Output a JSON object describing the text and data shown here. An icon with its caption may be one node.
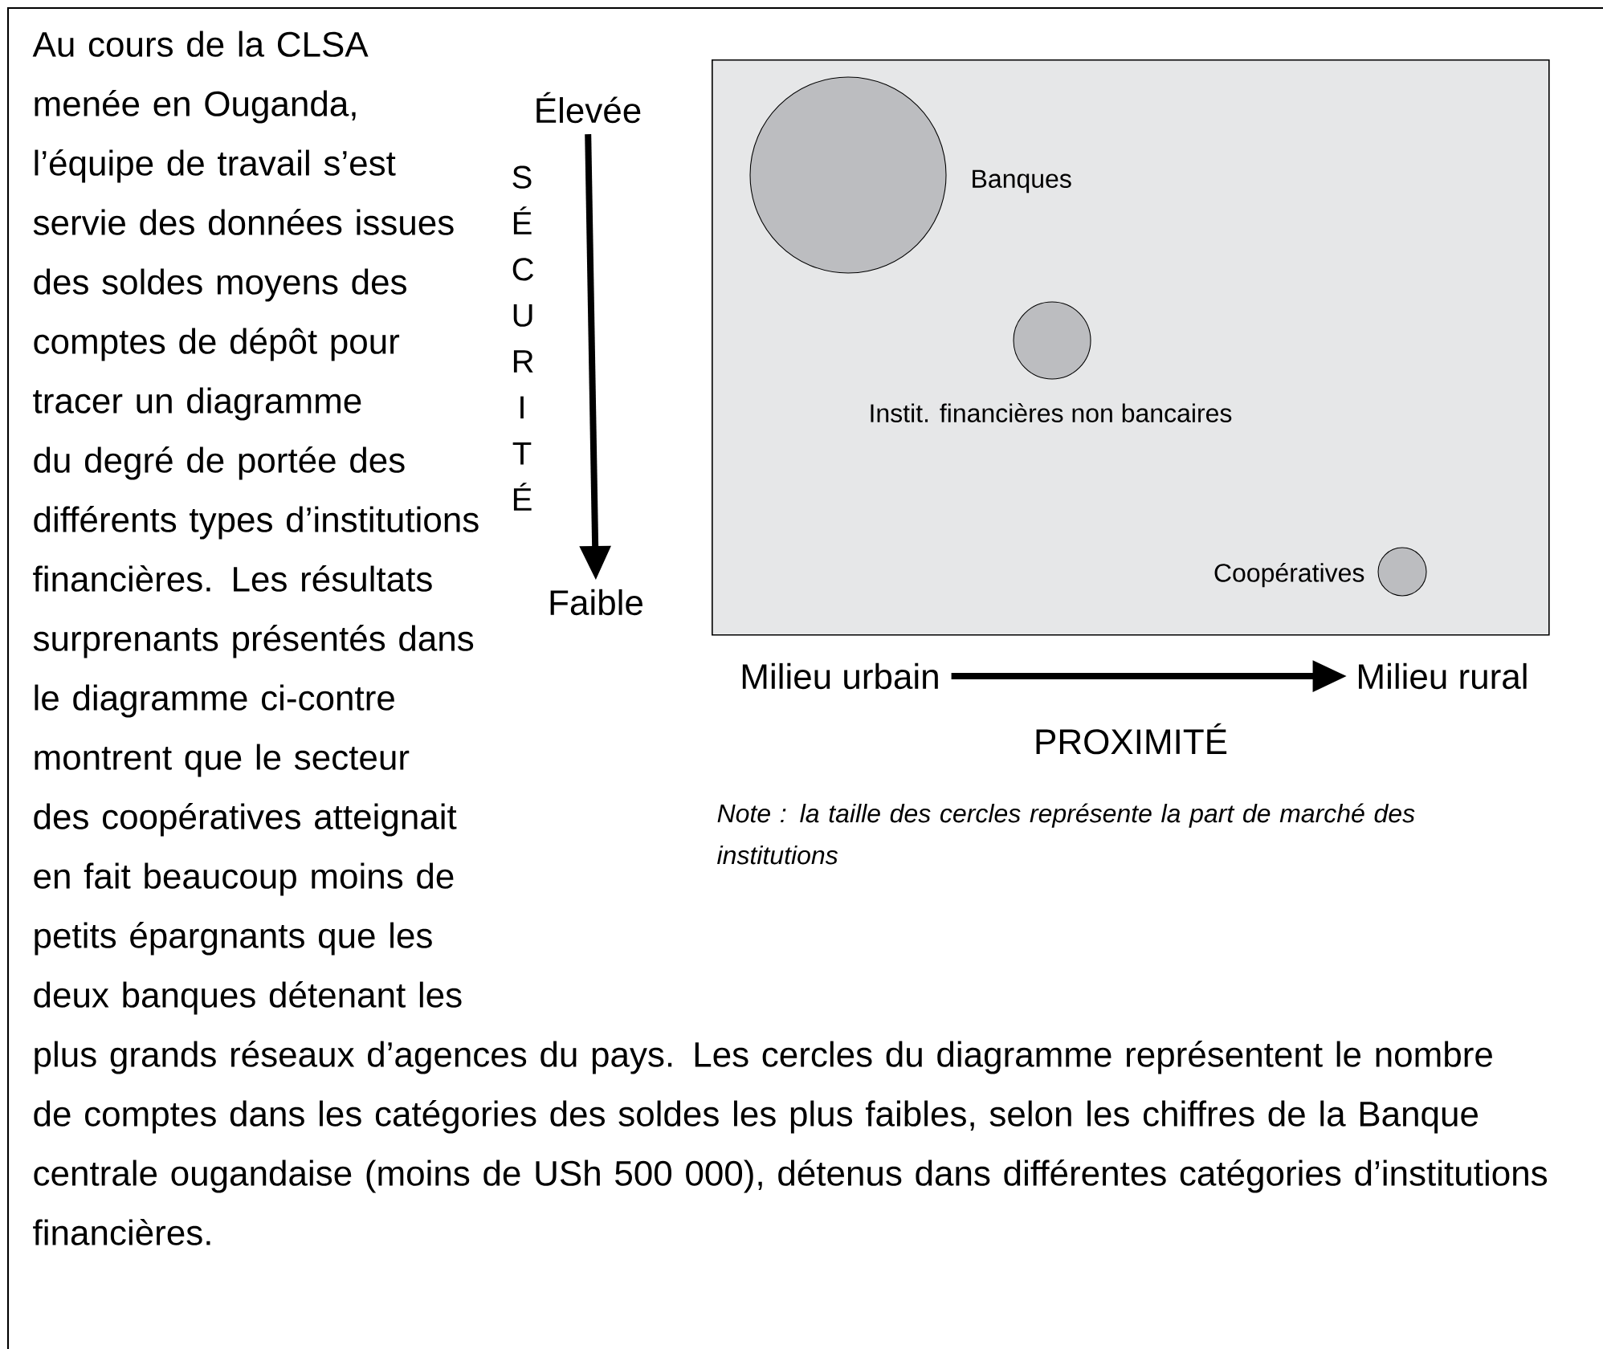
{
  "diagram": {
    "nodes": [
      {
        "text": [
          "Élevée"
        ]
      },
      {
        "text": [
          "Faible"
        ]
      },
      {
        "text": [],
        "shape": "box"
      },
      {
        "text": [],
        "shape": "circle",
        "in": 2,
        "beside": [
          "Banques"
        ]
      },
      {
        "text": [],
        "shape": "circle",
        "in": 2,
        "beside": [
          "Instit. financières non bancaires"
        ]
      },
      {
        "text": [],
        "shape": "circle",
        "in": 2,
        "beside": [
          "Coopératives"
        ]
      },
      {
        "text": [
          "Milieu urbain"
        ]
      },
      {
        "text": [
          "Milieu rural"
        ]
      }
    ],
    "edges": [
      {
        "from": 0,
        "to": 1,
        "arrow": "to"
      },
      {
        "from": 6,
        "to": 7,
        "arrow": "to"
      }
    ],
    "labels": [
      "Au cours de la CLSA menée en Ouganda, l’équipe de travail s’est servie des données issues des soldes moyens des comptes de dépôt pour tracer un diagramme du degré de portée des différents types d’institutions financières. Les résultats surprenants présentés dans le diagramme ci-contre montrent que le secteur des coopératives atteignait en fait beaucoup moins de petits épargnants que les deux banques détenant les plus grands réseaux d’agences du pays. Les cercles du diagramme représentent le nombre de comptes dans les catégories des soldes les plus faibles, selon les chiffres de la Banque centrale ougandaise (moins de USh 500 000), détenus dans différentes catégories d’institutions financières.",
      "SÉCURITÉ",
      "PROXIMITÉ",
      "Note : la taille des cercles représente la part de marché des institutions"
    ]
  }
}
